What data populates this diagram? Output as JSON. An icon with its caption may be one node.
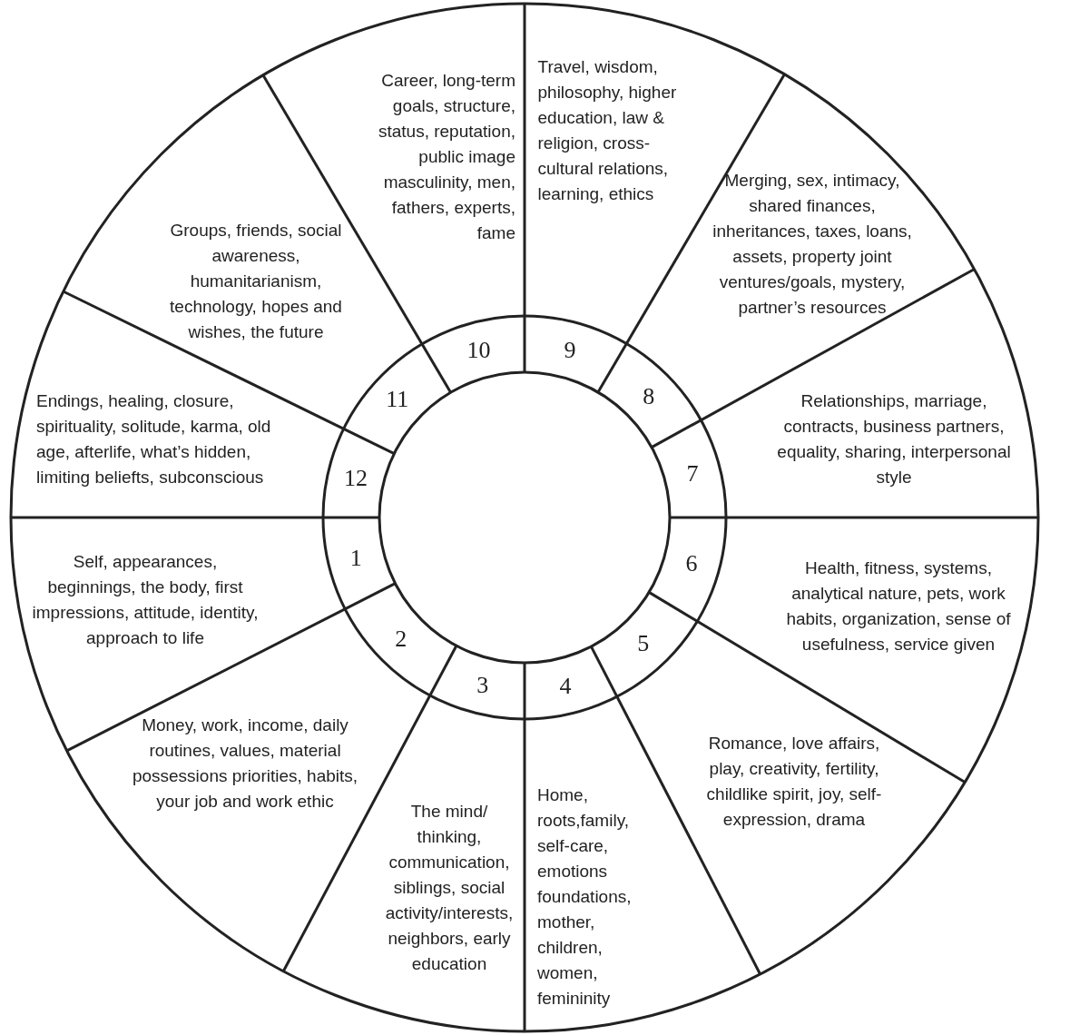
{
  "diagram": {
    "nodes": [
      {
        "text": [
          "Self, appearances, beginnings, the body, first impressions, attitude, identity, approach to life"
        ]
      },
      {
        "text": [
          "Money, work, income, daily routines, values, material possessions priorities, habits, your job and work ethic"
        ]
      },
      {
        "text": [
          "The mind/ thinking, communication, siblings, social activity/interests, neighbors, early education"
        ]
      },
      {
        "text": [
          "Home, roots,family, self-care, emotions foundations, mother, children, women, femininity"
        ]
      },
      {
        "text": [
          "Romance, love affairs, play, creativity, fertility, childlike spirit, joy, self-expression, drama"
        ]
      },
      {
        "text": [
          "Health, fitness, systems, analytical nature, pets, work habits, organization, sense of usefulness, service given"
        ]
      },
      {
        "text": [
          "Relationships, marriage, contracts, business partners, equality, sharing, interpersonal style"
        ]
      },
      {
        "text": [
          "Merging, sex, intimacy, shared finances, inheritances, taxes, loans, assets, property joint ventures/goals, mystery, partner’s resources"
        ]
      },
      {
        "text": [
          "Travel, wisdom, philosophy, higher education, law & religion, cross-cultural relations, learning, ethics"
        ]
      },
      {
        "text": [
          "Career, long-term goals, structure, status, reputation, public image masculinity, men, fathers, experts, fame"
        ]
      },
      {
        "text": [
          "Groups, friends, social awareness, humanitarianism, technology, hopes and wishes, the future"
        ]
      },
      {
        "text": [
          "Endings, healing, closure, spirituality, solitude, karma, old age, afterlife, what’s hidden, limiting beliefts, subconscious"
        ]
      },
      {
        "text": [
          "1"
        ]
      },
      {
        "text": [
          "2"
        ]
      },
      {
        "text": [
          "3"
        ]
      },
      {
        "text": [
          "4"
        ]
      },
      {
        "text": [
          "5"
        ]
      },
      {
        "text": [
          "6"
        ]
      },
      {
        "text": [
          "7"
        ]
      },
      {
        "text": [
          "8"
        ]
      },
      {
        "text": [
          "9"
        ]
      },
      {
        "text": [
          "10"
        ]
      },
      {
        "text": [
          "11"
        ]
      },
      {
        "text": [
          "12"
        ]
      }
    ],
    "edges": []
  }
}
